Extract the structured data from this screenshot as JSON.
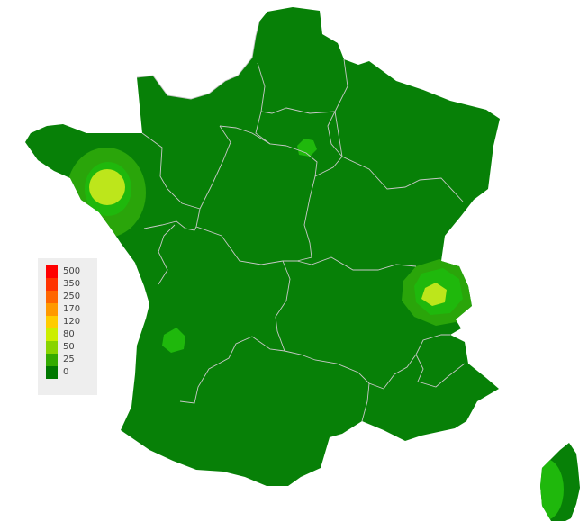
{
  "legend": {
    "items": [
      {
        "label": "500",
        "color": "#ff0000"
      },
      {
        "label": "350",
        "color": "#ff3300"
      },
      {
        "label": "250",
        "color": "#ff6600"
      },
      {
        "label": "170",
        "color": "#ff9900"
      },
      {
        "label": "120",
        "color": "#ffcc00"
      },
      {
        "label": "80",
        "color": "#ccee00"
      },
      {
        "label": "50",
        "color": "#88d400"
      },
      {
        "label": "25",
        "color": "#33aa00"
      },
      {
        "label": "0",
        "color": "#007700"
      }
    ]
  },
  "colors": {
    "land": "#078007",
    "border": "#c8c8c8",
    "hotspot_outer": "#2aa50a",
    "hotspot_mid": "#1fb80c",
    "hotspot_core": "#bde61b"
  }
}
